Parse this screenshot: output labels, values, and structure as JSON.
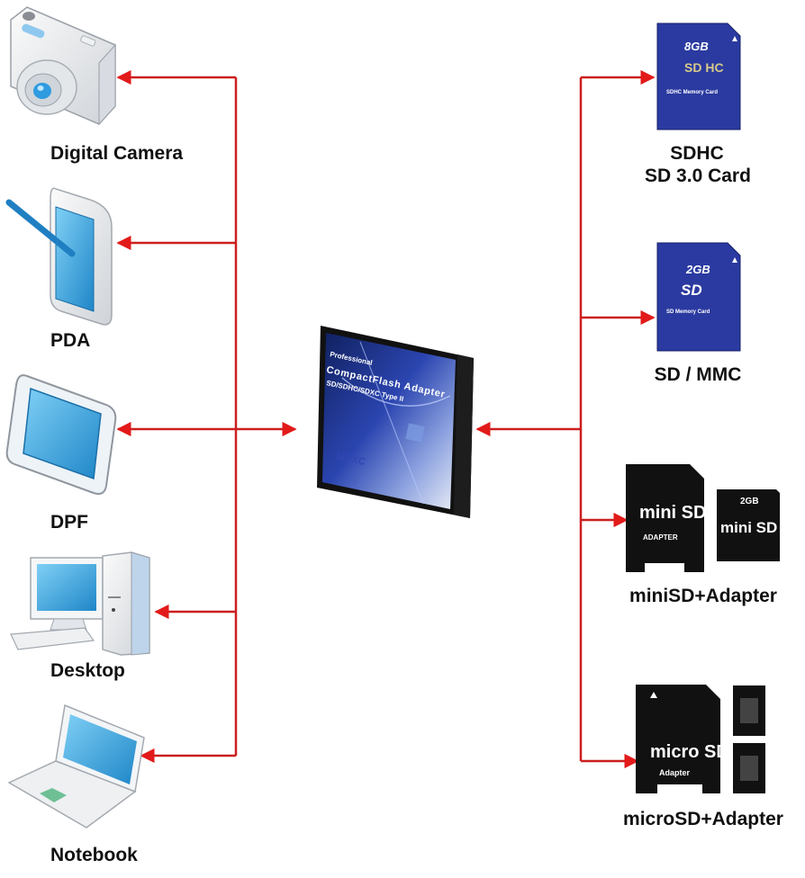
{
  "diagram": {
    "title": "CompactFlash to SD/SDHC/SDXC Adapter compatibility",
    "colors": {
      "connector": "#cc1f1f",
      "arrowhead": "#e21a1a",
      "sd_card_blue": "#2a3aa0",
      "black_card": "#111111",
      "device_blue": "#3aa0dd"
    },
    "center": {
      "name": "CompactFlash adapter",
      "card_text": {
        "top": "Professional",
        "main": "CompactFlash Adapter",
        "sub": "SD/SDHC/SDXC Type II",
        "logo": "SD XC"
      }
    },
    "hosts": [
      {
        "id": "digital-camera",
        "label": "Digital Camera",
        "icon": "camera-icon"
      },
      {
        "id": "pda",
        "label": "PDA",
        "icon": "pda-icon"
      },
      {
        "id": "dpf",
        "label": "DPF",
        "icon": "photo-frame-icon"
      },
      {
        "id": "desktop",
        "label": "Desktop",
        "icon": "desktop-computer-icon"
      },
      {
        "id": "notebook",
        "label": "Notebook",
        "icon": "laptop-icon"
      }
    ],
    "cards": [
      {
        "id": "sdhc",
        "label_line1": "SDHC",
        "label_line2": "SD 3.0 Card",
        "icon": "sdhc-card-icon",
        "card_capacity": "8GB",
        "card_logo": "SD HC",
        "card_caption": "SDHC Memory Card"
      },
      {
        "id": "sd-mmc",
        "label_line1": "SD / MMC",
        "icon": "sd-card-icon",
        "card_capacity": "2GB",
        "card_logo": "SD",
        "card_caption": "SD Memory Card"
      },
      {
        "id": "minisd",
        "label_line1": "miniSD+Adapter",
        "icon": "minisd-adapter-icon",
        "adapter_logo": "mini SD",
        "adapter_caption": "ADAPTER",
        "mini_capacity": "2GB",
        "mini_logo": "mini SD"
      },
      {
        "id": "microsd",
        "label_line1": "microSD+Adapter",
        "icon": "microsd-adapter-icon",
        "adapter_logo": "micro SD",
        "adapter_caption": "Adapter"
      }
    ]
  }
}
